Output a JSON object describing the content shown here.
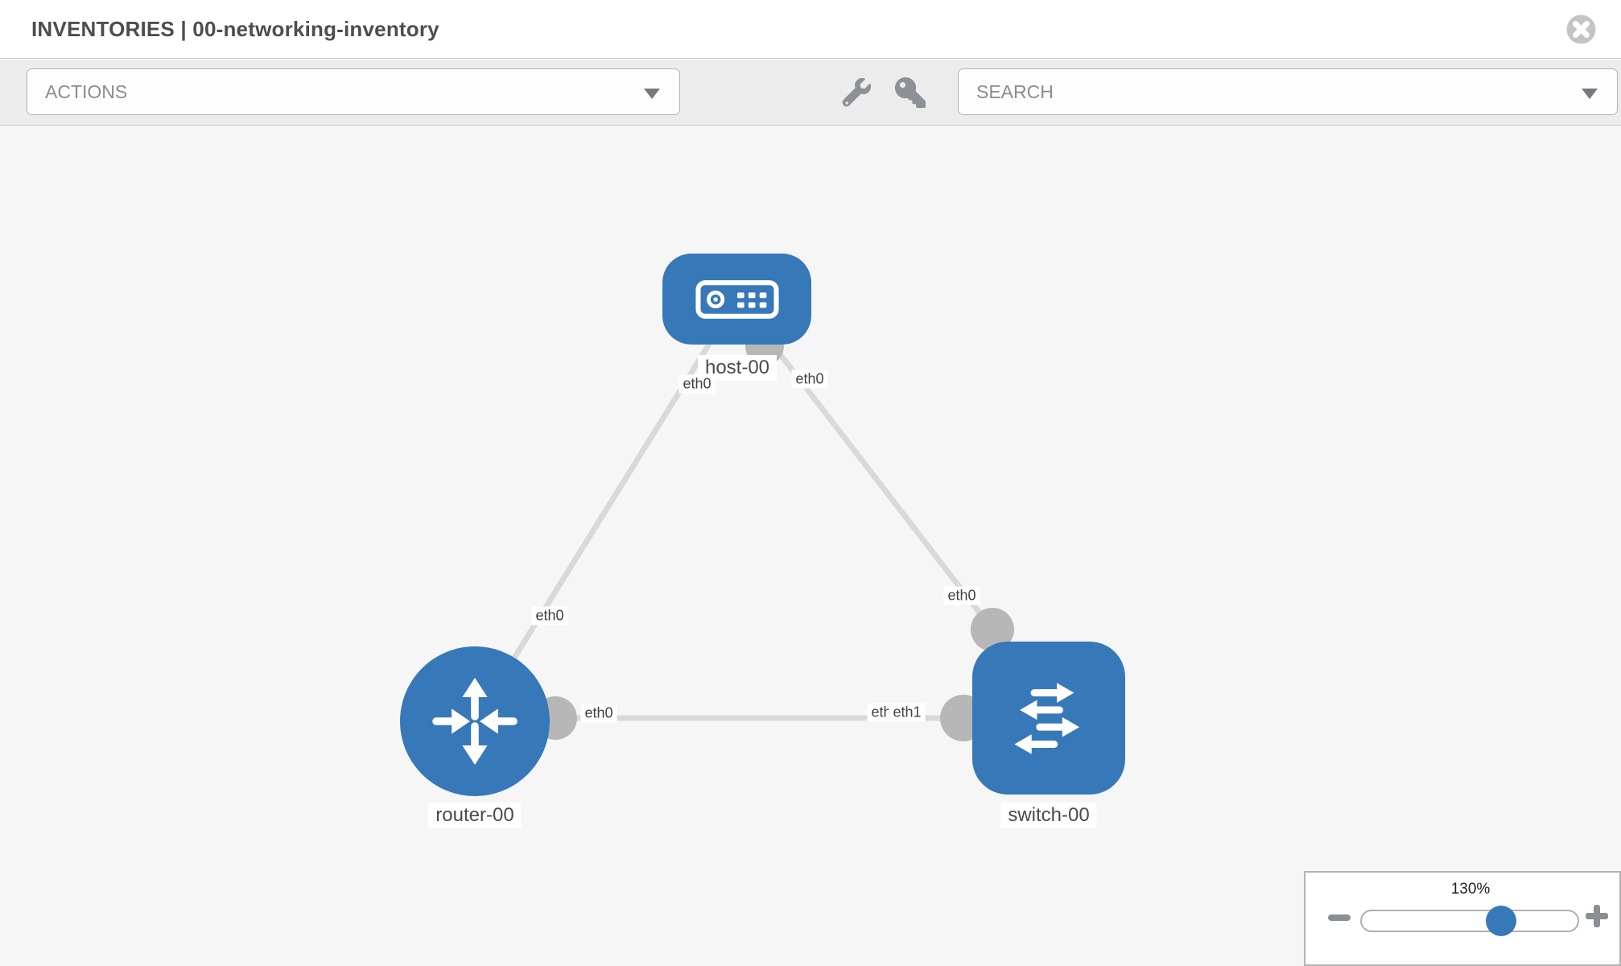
{
  "header": {
    "title": "INVENTORIES | 00-networking-inventory"
  },
  "toolbar": {
    "actions_label": "ACTIONS",
    "search_placeholder": "SEARCH"
  },
  "topology": {
    "nodes": [
      {
        "id": "host-00",
        "type": "host",
        "label": "host-00"
      },
      {
        "id": "router-00",
        "type": "router",
        "label": "router-00"
      },
      {
        "id": "switch-00",
        "type": "switch",
        "label": "switch-00"
      }
    ],
    "links": [
      {
        "from": "host-00",
        "to": "router-00",
        "from_interface": "eth0",
        "to_interface": "eth0"
      },
      {
        "from": "host-00",
        "to": "switch-00",
        "from_interface": "eth0",
        "to_interface": "eth0"
      },
      {
        "from": "router-00",
        "to": "switch-00",
        "from_interface": "eth0",
        "to_interface": "eth1",
        "overlap_interface": "eth0"
      }
    ]
  },
  "zoom": {
    "level": "130%"
  },
  "icons": {
    "close": "circle-x",
    "wrench": "wrench",
    "key": "key",
    "actions_caret": "chevron-down",
    "search_caret": "chevron-down",
    "host": "server-box",
    "router": "four-arrows-cross",
    "switch": "switch-arrows",
    "zoom_out": "minus",
    "zoom_in": "plus"
  },
  "colors": {
    "node_blue": "#3779b8",
    "link_gray": "#d9d9d9",
    "connector_gray": "#b7b7b7",
    "canvas_bg": "#f6f6f6",
    "toolbar_bg": "#ececec",
    "title_text": "#4d4d4d"
  }
}
